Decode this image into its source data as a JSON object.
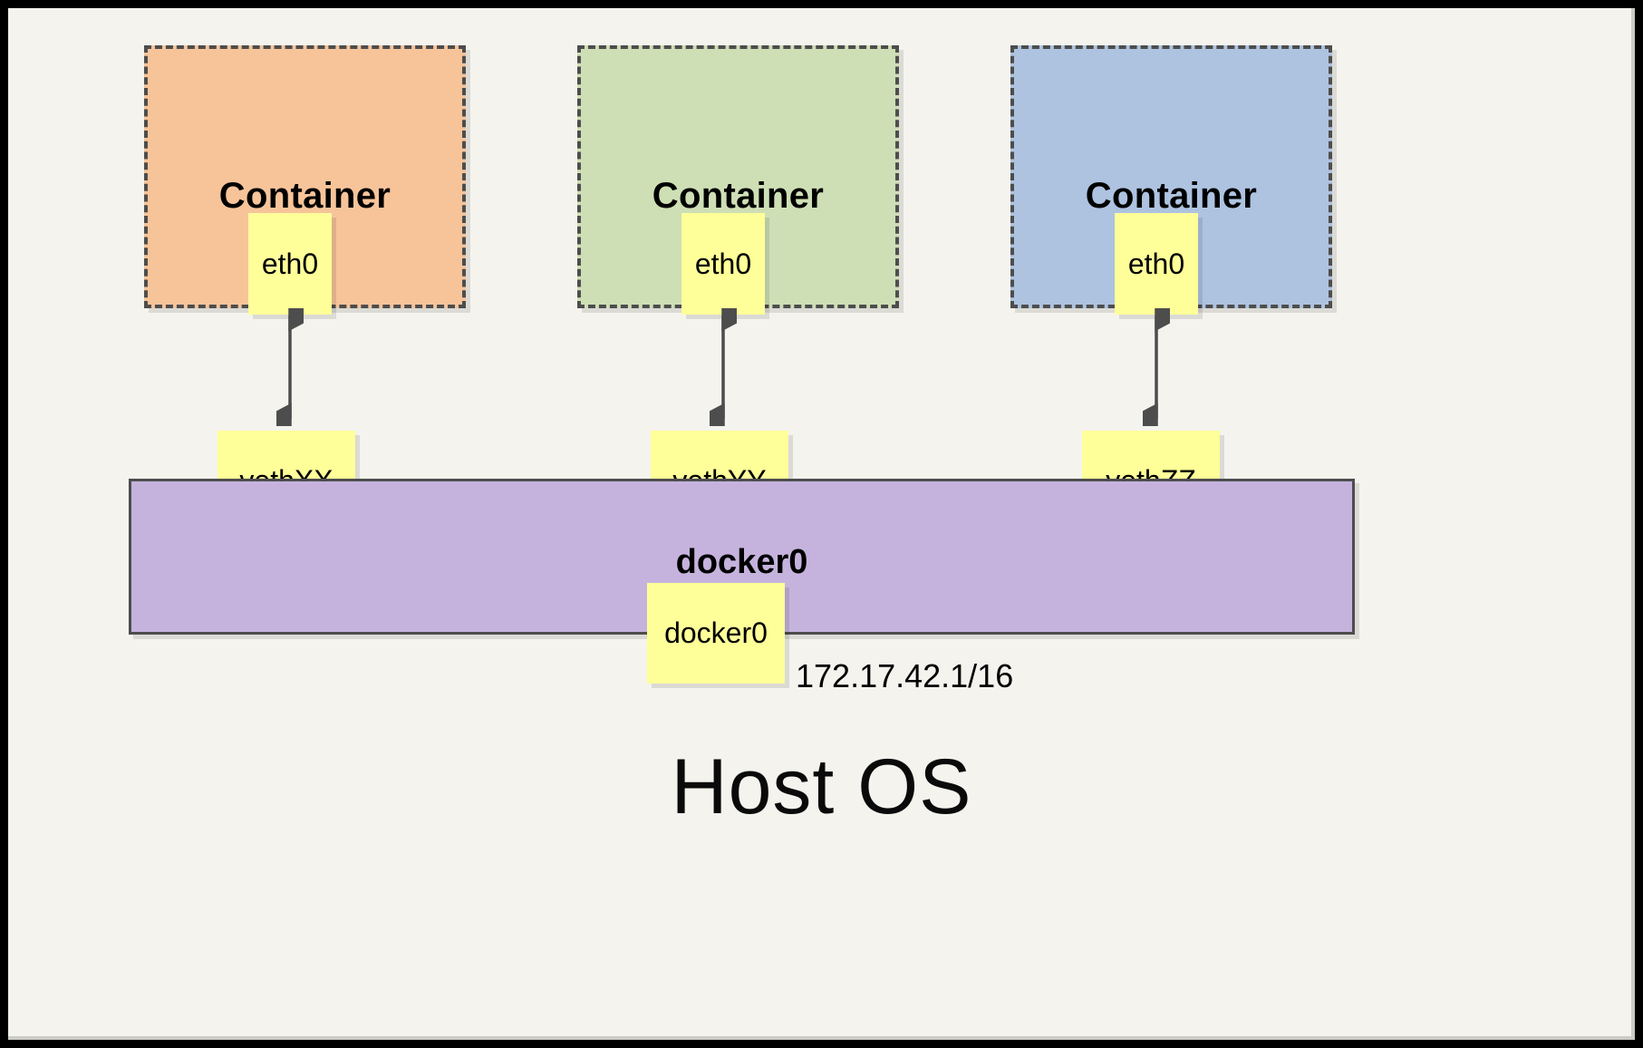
{
  "diagram": {
    "title_bottom": "Host OS",
    "background_color": "#f4f3ee",
    "frame_color": "#000000",
    "containers": [
      {
        "label": "Container",
        "fill_color": "#f7c49a",
        "border_style": "dashed",
        "border_color": "#4d4d4d",
        "interface": {
          "label": "eth0",
          "fill_color": "#ffff99"
        },
        "veth": {
          "label": "vethXX",
          "fill_color": "#ffff99"
        }
      },
      {
        "label": "Container",
        "fill_color": "#cedfb5",
        "border_style": "dashed",
        "border_color": "#4d4d4d",
        "interface": {
          "label": "eth0",
          "fill_color": "#ffff99"
        },
        "veth": {
          "label": "vethYY",
          "fill_color": "#ffff99"
        }
      },
      {
        "label": "Container",
        "fill_color": "#aec3e0",
        "border_style": "dashed",
        "border_color": "#4d4d4d",
        "interface": {
          "label": "eth0",
          "fill_color": "#ffff99"
        },
        "veth": {
          "label": "vethZZ",
          "fill_color": "#ffff99"
        }
      }
    ],
    "bridge": {
      "label": "docker0",
      "fill_color": "#c5b3dd",
      "border_color": "#4d4d4d",
      "interface": {
        "label": "docker0",
        "fill_color": "#ffff99"
      },
      "ip_address": "172.17.42.1/16"
    },
    "arrows": {
      "color": "#4d4d4d",
      "style": "double-headed",
      "count": 3
    }
  }
}
